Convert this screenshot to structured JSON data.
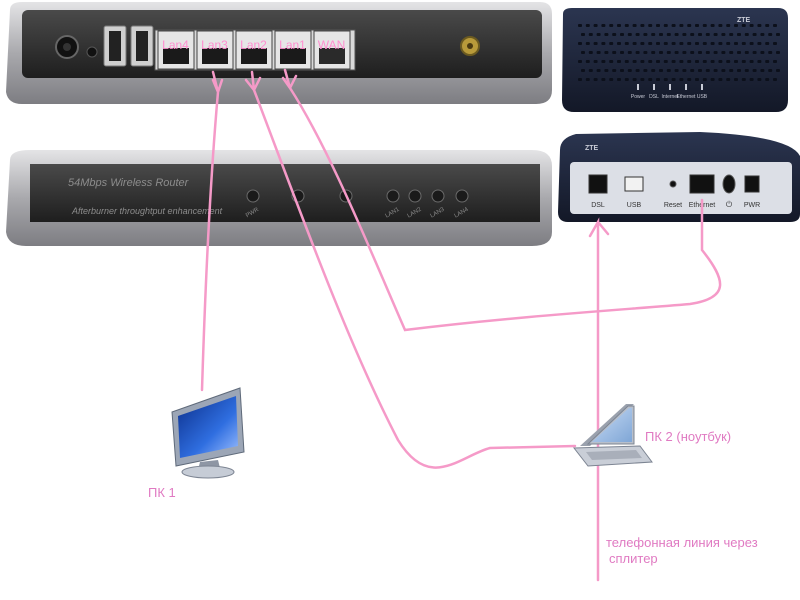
{
  "router_back": {
    "ports": [
      "Lan4",
      "Lan3",
      "Lan2",
      "Lan1",
      "WAN"
    ]
  },
  "router_front": {
    "model": "54Mbps Wireless Router",
    "slogan": "Afterburner throughtput enhancement",
    "indicators": [
      "PWR",
      "",
      "",
      "LAN1",
      "LAN2",
      "LAN3",
      "LAN4"
    ]
  },
  "modem_front": {
    "brand": "ZTE",
    "indicators": [
      "Power",
      "DSL",
      "Internet",
      "Ethernet",
      "USB"
    ]
  },
  "modem_back": {
    "brand": "ZTE",
    "ports": [
      "DSL",
      "USB",
      "Reset",
      "Ethernet",
      "",
      "PWR"
    ]
  },
  "labels": {
    "pc1": "ПК 1",
    "pc2": "ПК 2 (ноутбук)",
    "phone_line_1": "телефонная линия через",
    "phone_line_2": "сплитер"
  },
  "colors": {
    "cable": "#f59ac8",
    "device_dark": "#2a2a2a",
    "device_silver": "#b9b9bd",
    "modem_navy": "#1b2233",
    "screen_blue": "#1f57c9"
  }
}
